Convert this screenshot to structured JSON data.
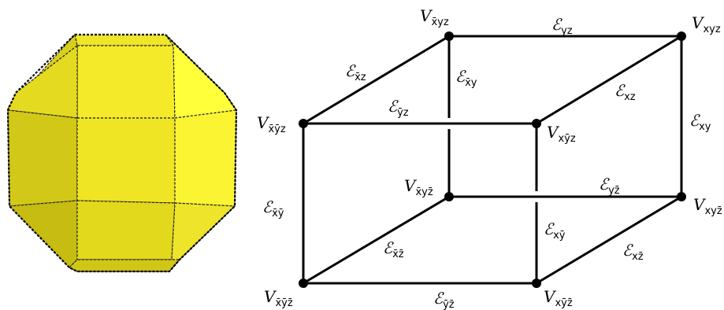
{
  "polyhedron": {
    "face_color_light": "#ffff3c",
    "face_color_mid": "#f0e61e",
    "face_color_dark": "#c8be14",
    "seam_color": "#000000"
  },
  "graph": {
    "vertex_symbol": "V",
    "edge_symbol": "ℰ",
    "vertices": [
      {
        "id": "v-xbar-y-z",
        "sub": "x̄yz"
      },
      {
        "id": "v-x-y-z",
        "sub": "xyz"
      },
      {
        "id": "v-xbar-ybar-z",
        "sub": "x̄ȳz"
      },
      {
        "id": "v-x-ybar-z",
        "sub": "xȳz"
      },
      {
        "id": "v-xbar-y-zbar",
        "sub": "x̄yz̄"
      },
      {
        "id": "v-x-y-zbar",
        "sub": "xyz̄"
      },
      {
        "id": "v-xbar-ybar-zbar",
        "sub": "x̄ȳz̄"
      },
      {
        "id": "v-x-ybar-zbar",
        "sub": "xȳz̄"
      }
    ],
    "edges": [
      {
        "id": "e-yz",
        "sub": "yz"
      },
      {
        "id": "e-xbar-z",
        "sub": "x̄z"
      },
      {
        "id": "e-xbar-y",
        "sub": "x̄y"
      },
      {
        "id": "e-ybar-z",
        "sub": "ȳz"
      },
      {
        "id": "e-xz",
        "sub": "xz"
      },
      {
        "id": "e-xy",
        "sub": "xy"
      },
      {
        "id": "e-y-zbar",
        "sub": "yz̄"
      },
      {
        "id": "e-xbar-ybar",
        "sub": "x̄ȳ"
      },
      {
        "id": "e-x-ybar",
        "sub": "xȳ"
      },
      {
        "id": "e-xbar-zbar",
        "sub": "x̄z̄"
      },
      {
        "id": "e-x-zbar",
        "sub": "xz̄"
      },
      {
        "id": "e-ybar-zbar",
        "sub": "ȳz̄"
      }
    ]
  }
}
